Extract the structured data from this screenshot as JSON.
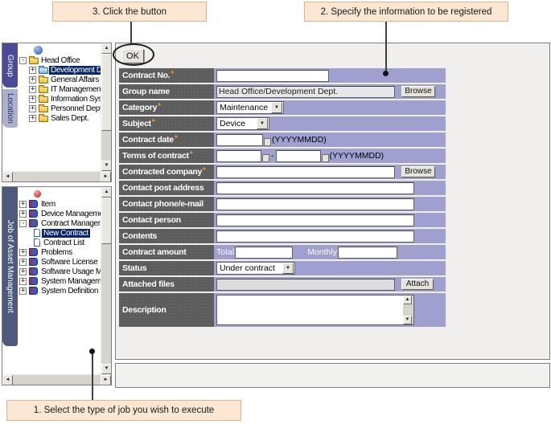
{
  "callouts": {
    "step1": "1. Select the type of job you wish to execute",
    "step2": "2. Specify the information to be registered",
    "step3": "3. Click the button"
  },
  "icons": {
    "plus": "+",
    "minus": "-",
    "up": "▲",
    "down": "▼",
    "left": "◄",
    "right": "►",
    "select_down": "▼"
  },
  "colors": {
    "callout_bg": "#fbe7d2",
    "form_label_bg": "#5c5c5c",
    "form_value_bg": "#9f9fd0",
    "selected_item_bg": "#0a246a",
    "required_marker": "#f59a23",
    "group_tab_bg": "#4a4a96",
    "location_tab_bg": "#a9b1cd",
    "job_tab_bg": "#4e5a7c"
  },
  "left": {
    "tabs": {
      "group": "Group",
      "location": "Location",
      "job": "Job of Asset Management"
    },
    "group_tree": {
      "root": "Head Office",
      "items": [
        {
          "label": "Development Dept."
        },
        {
          "label": "General Affairs Dep"
        },
        {
          "label": "IT Management Dep"
        },
        {
          "label": "Information System"
        },
        {
          "label": "Personnel Dept."
        },
        {
          "label": "Sales Dept."
        }
      ]
    },
    "job_tree": {
      "items": [
        {
          "label": "Item"
        },
        {
          "label": "Device Management"
        },
        {
          "label": "Contract Management"
        },
        {
          "label": "New Contract"
        },
        {
          "label": "Contract List"
        },
        {
          "label": "Problems"
        },
        {
          "label": "Software License"
        },
        {
          "label": "Software Usage Manag"
        },
        {
          "label": "System Management"
        },
        {
          "label": "System Definition"
        }
      ]
    }
  },
  "form": {
    "ok_label": "OK",
    "rows": {
      "contract_no": {
        "label": "Contract No.",
        "req": "*",
        "value": ""
      },
      "group_name": {
        "label": "Group name",
        "value": "Head Office/Development Dept.",
        "browse": "Browse"
      },
      "category": {
        "label": "Category",
        "req": "*",
        "value": "Maintenance"
      },
      "subject": {
        "label": "Subject",
        "req": "*",
        "value": "Device"
      },
      "contract_date": {
        "label": "Contract date",
        "req": "*",
        "value": "",
        "format": "(YYYYMMDD)"
      },
      "terms": {
        "label": "Terms of contract",
        "req": "*",
        "from": "",
        "to": "",
        "sep": "-",
        "format": "(YYYYMMDD)"
      },
      "company": {
        "label": "Contracted company",
        "req": "*",
        "value": "",
        "browse": "Browse"
      },
      "post_address": {
        "label": "Contact post address",
        "value": ""
      },
      "phone_email": {
        "label": "Contact phone/e-mail",
        "value": ""
      },
      "person": {
        "label": "Contact person",
        "value": ""
      },
      "contents": {
        "label": "Contents",
        "value": ""
      },
      "amount": {
        "label": "Contract amount",
        "total_label": "Total",
        "total": "",
        "monthly_label": "Monthly",
        "monthly": ""
      },
      "status": {
        "label": "Status",
        "value": "Under contract"
      },
      "attached": {
        "label": "Attached files",
        "value": "",
        "attach": "Attach"
      },
      "description": {
        "label": "Description",
        "value": ""
      }
    }
  }
}
